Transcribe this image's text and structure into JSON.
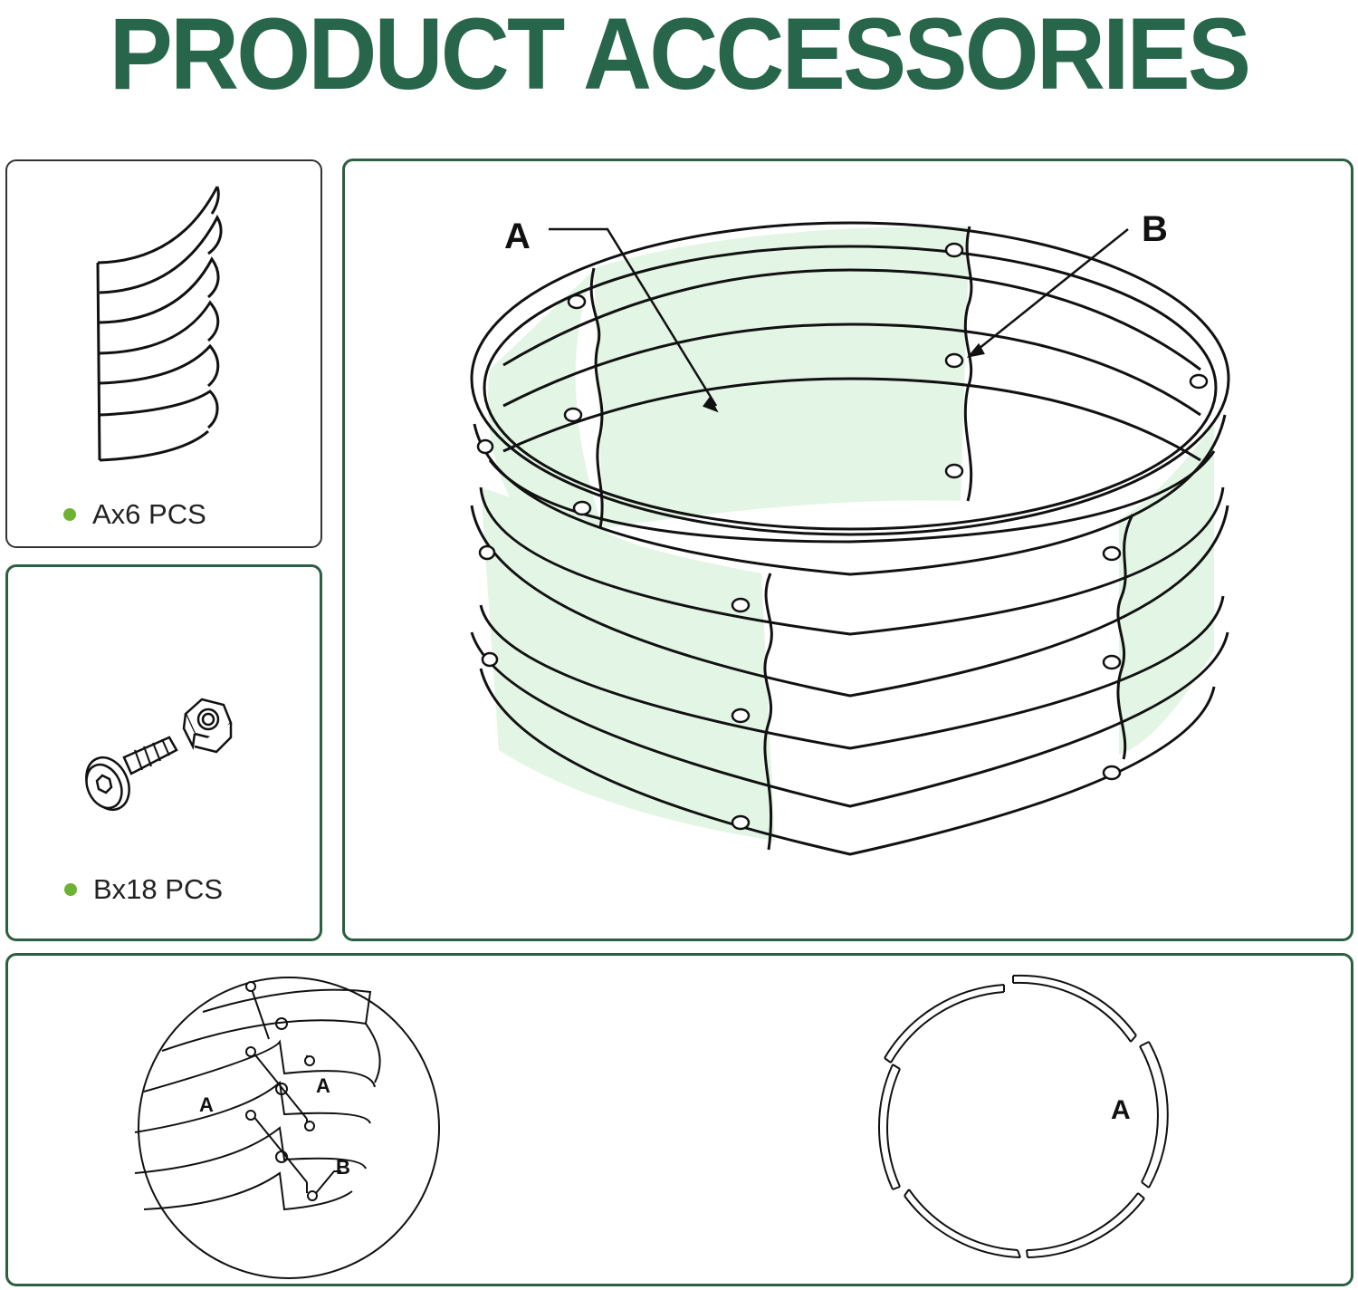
{
  "header": {
    "title": "PRODUCT ACCESSORIES"
  },
  "accessories": [
    {
      "label": "Ax6 PCS"
    },
    {
      "label": "Bx18 PCS"
    }
  ],
  "main_diagram": {
    "label_a": "A",
    "label_b": "B"
  },
  "detail_diagram": {
    "label_a_left": "A",
    "label_a_right": "A",
    "label_b": "B"
  },
  "ring_diagram": {
    "label_a": "A"
  },
  "colors": {
    "title": "#27664a",
    "panel_fill": "#e3f5e4",
    "bullet": "#6db233"
  }
}
